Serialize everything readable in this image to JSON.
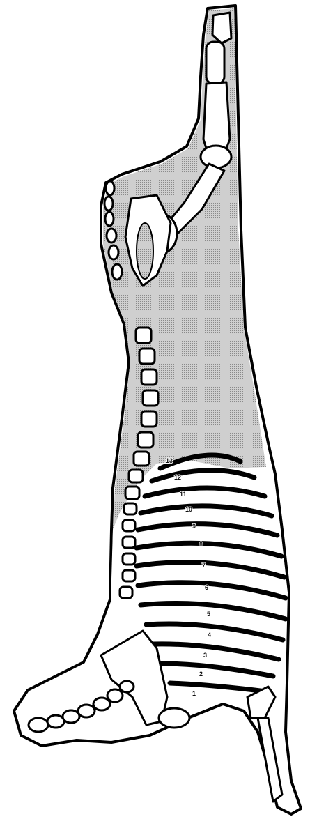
{
  "colors": {
    "ink": "#000000",
    "shaded_region": "#c8c8c8",
    "background": "#ffffff",
    "bone": "#ffffff"
  },
  "rib_labels": [
    "13",
    "12",
    "11",
    "10",
    "9",
    "8",
    "7",
    "6",
    "5",
    "4",
    "3",
    "2",
    "1"
  ]
}
